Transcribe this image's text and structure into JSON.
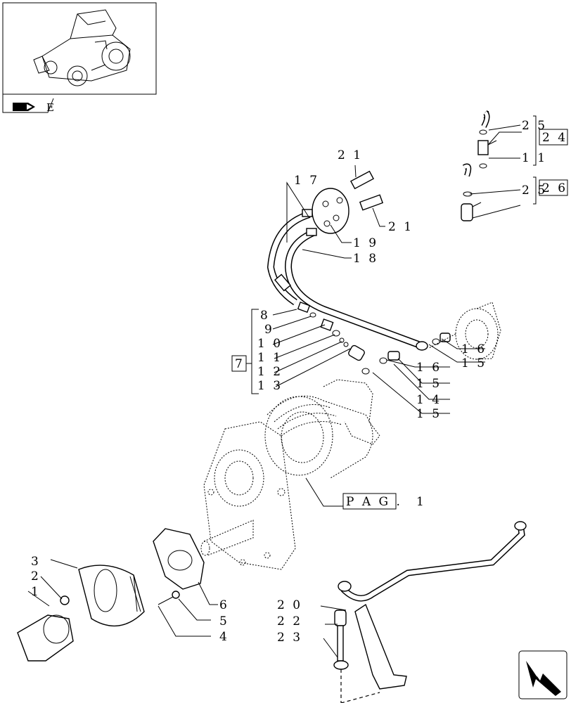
{
  "thumbnail": {
    "caption": "E"
  },
  "page_ref": {
    "text": "P A G .",
    "number": "1"
  },
  "group_boxes": {
    "g7": "7",
    "g24": "2 4",
    "g26": "2 6"
  },
  "callouts": {
    "c1": "1",
    "c2": "2",
    "c3": "3",
    "c4": "4",
    "c5": "5",
    "c6": "6",
    "c8": "8",
    "c9": "9",
    "c10": "1 0",
    "c11": "1 1",
    "c12": "1 2",
    "c13": "1 3",
    "c14": "1 4",
    "c15a": "1 5",
    "c15b": "1 5",
    "c15c": "1 5",
    "c16a": "1 6",
    "c16b": "1 6",
    "c17": "1 7",
    "c18": "1 8",
    "c19": "1 9",
    "c20": "2 0",
    "c21a": "2 1",
    "c21b": "2 1",
    "c22": "2 2",
    "c23": "2 3",
    "c25a": "2 5",
    "c25b": "2 5",
    "c11b": "1 1"
  },
  "icons": {
    "nav": "next-page-arrow-icon",
    "thumb": "tractor-thumbnail-icon"
  }
}
